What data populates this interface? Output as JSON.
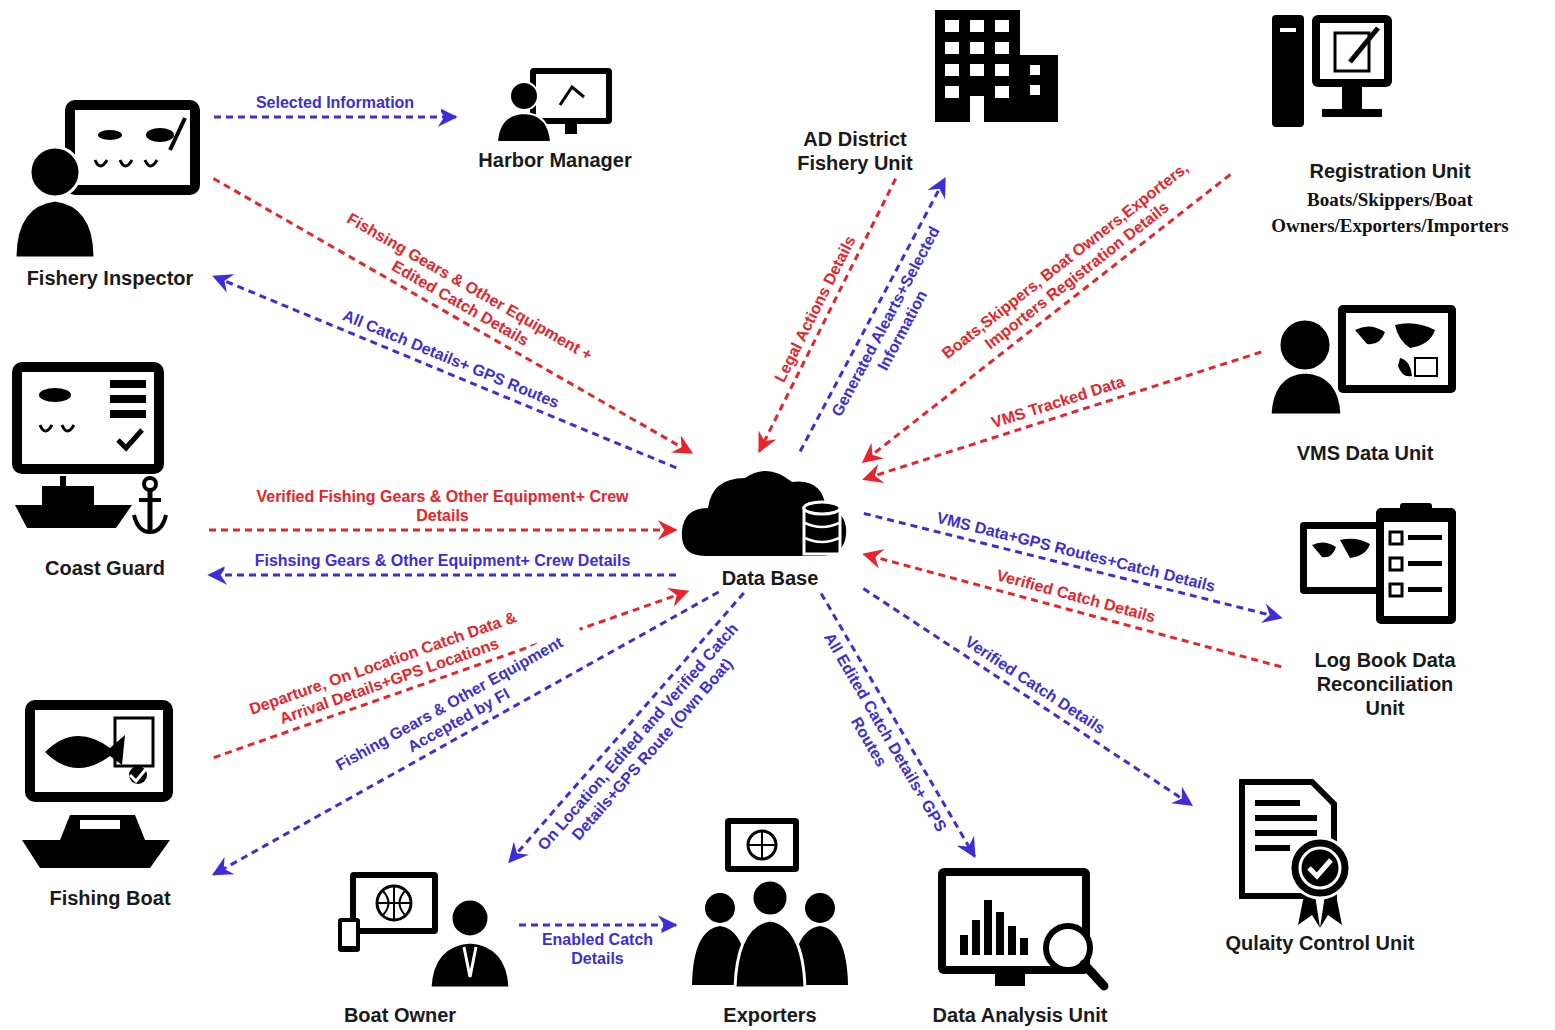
{
  "diagram": {
    "nodes": [
      {
        "text": [
          "Fishery Inspector"
        ]
      },
      {
        "text": [
          "Harbor Manager"
        ]
      },
      {
        "text": [
          "AD District Fishery Unit"
        ]
      },
      {
        "text": [
          "Registration Unit",
          "Boats/Skippers/Boat Owners/Exporters/Importers"
        ]
      },
      {
        "text": [
          "Coast Guard"
        ]
      },
      {
        "text": [
          "Data Base"
        ]
      },
      {
        "text": [
          "VMS Data Unit"
        ]
      },
      {
        "text": [
          "Log Book Data Reconciliation Unit"
        ]
      },
      {
        "text": [
          "Fishing Boat"
        ]
      },
      {
        "text": [
          "Boat Owner"
        ]
      },
      {
        "text": [
          "Exporters"
        ]
      },
      {
        "text": [
          "Data Analysis Unit"
        ]
      },
      {
        "text": [
          "Qulaity Control Unit"
        ]
      }
    ],
    "edges": [
      {
        "from": 0,
        "to": 1,
        "label": "Selected Information",
        "arrow": "to"
      },
      {
        "from": 0,
        "to": 5,
        "label": "Fishsing Gears & Other Equipment + Edited Catch Details",
        "arrow": "to"
      },
      {
        "from": 5,
        "to": 0,
        "label": "All Catch Details+ GPS Routes",
        "arrow": "to"
      },
      {
        "from": 2,
        "to": 5,
        "label": "Legal Actions Details",
        "arrow": "to"
      },
      {
        "from": 5,
        "to": 2,
        "label": "Generated Alearts+Selected Information",
        "arrow": "to"
      },
      {
        "from": 3,
        "to": 5,
        "label": "Boats,Skippers, Boat Owners,Exporters, Importers Registration Details",
        "arrow": "to"
      },
      {
        "from": 6,
        "to": 5,
        "label": "VMS Tracked Data",
        "arrow": "to"
      },
      {
        "from": 5,
        "to": 7,
        "label": "VMS Data+GPS Routes+Catch Details",
        "arrow": "to"
      },
      {
        "from": 7,
        "to": 5,
        "label": "Verified Catch Details",
        "arrow": "to"
      },
      {
        "from": 4,
        "to": 5,
        "label": "Verified Fishing Gears & Other Equipment+ Crew Details",
        "arrow": "to"
      },
      {
        "from": 5,
        "to": 4,
        "label": "Fishsing Gears & Other Equipment+ Crew Details",
        "arrow": "to"
      },
      {
        "from": 8,
        "to": 5,
        "label": "Departure, On Location Catch Data & Arrival Details+GPS Locations",
        "arrow": "to"
      },
      {
        "from": 5,
        "to": 8,
        "label": "Fishing Gears & Other Equipment Accepted by FI",
        "arrow": "to"
      },
      {
        "from": 5,
        "to": 9,
        "label": "On Location, Edited and Verified Catch Details+GPS Route (Own Boat)",
        "arrow": "to"
      },
      {
        "from": 9,
        "to": 10,
        "label": "Enabled Catch Details",
        "arrow": "to"
      },
      {
        "from": 5,
        "to": 11,
        "label": "All Edited Catch Details+ GPS Routes",
        "arrow": "to"
      },
      {
        "from": 5,
        "to": 12,
        "label": "Verified Catch Details",
        "arrow": "to"
      }
    ]
  }
}
